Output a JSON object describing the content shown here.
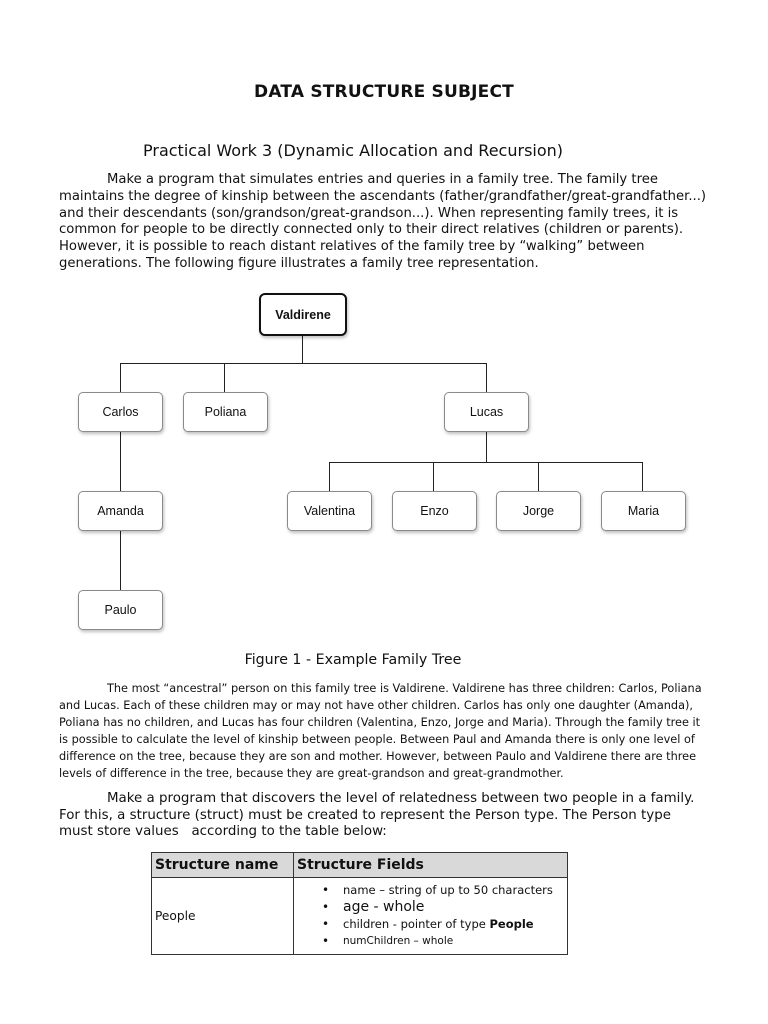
{
  "title": "DATA STRUCTURE SUBJECT",
  "subtitle": "Practical Work 3 (Dynamic Allocation and Recursion)",
  "paragraph1": "Make a program that simulates entries and queries in a family tree. The family tree maintains the degree of kinship between the ascendants (father/grandfather/great-grandfather...) and their descendants (son/grandson/great-grandson...). When representing family trees, it is common for people to be directly connected only to their direct relatives (children or parents). However, it is possible to reach distant relatives of the family tree by “walking” between generations. The following figure illustrates a family tree representation.",
  "tree": {
    "root": "Valdirene",
    "level1": [
      "Carlos",
      "Poliana",
      "Lucas"
    ],
    "carlos_child": "Amanda",
    "amanda_child": "Paulo",
    "lucas_children": [
      "Valentina",
      "Enzo",
      "Jorge",
      "Maria"
    ]
  },
  "caption": "Figure 1 - Example Family Tree",
  "paragraph2": "The most “ancestral” person on this family tree is Valdirene. Valdirene has three children: Carlos, Poliana and Lucas. Each of these children may or may not have other children. Carlos has only one daughter (Amanda), Poliana has no children, and Lucas has four children (Valentina, Enzo, Jorge and Maria). Through the family tree it is possible to calculate the level of kinship between people. Between Paul and Amanda there is only one level of difference on the tree, because they are son and mother. However, between Paulo and Valdirene there are three levels of difference in the tree, because they are great-grandson and great-grandmother.",
  "paragraph3": "Make a program that discovers the level of relatedness between two people in a family. For this, a structure (struct) must be created to represent the Person type. The Person type must store values   according to the table below:",
  "table": {
    "headers": [
      "Structure name",
      "Structure Fields"
    ],
    "row_name": "People",
    "fields": [
      "name – string of up to 50 characters",
      "age - whole",
      "children - pointer of type ",
      "numChildren – whole"
    ],
    "fields_bold_suffix": "People"
  }
}
